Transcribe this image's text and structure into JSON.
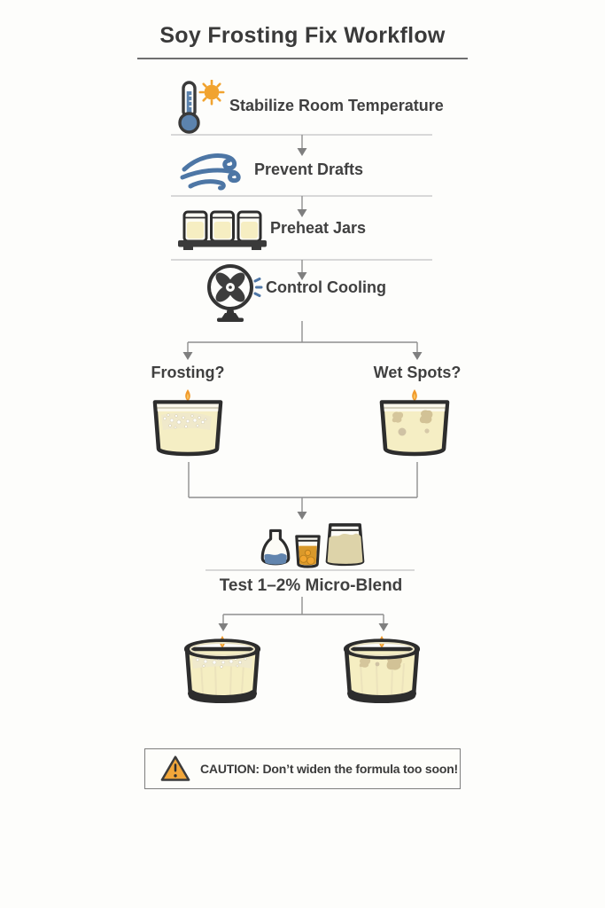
{
  "title": "Soy Frosting Fix Workflow",
  "steps": [
    {
      "label": "Stabilize Room Temperature",
      "icon": "thermometer-sun-icon"
    },
    {
      "label": "Prevent Drafts",
      "icon": "wind-icon"
    },
    {
      "label": "Preheat Jars",
      "icon": "preheat-jars-icon"
    },
    {
      "label": "Control Cooling",
      "icon": "fan-icon"
    }
  ],
  "branch": {
    "left": {
      "label": "Frosting?",
      "image": "frosting-candle"
    },
    "right": {
      "label": "Wet Spots?",
      "image": "wet-spots-candle"
    }
  },
  "test": {
    "label": "Test 1–2% Micro-Blend",
    "icons": [
      "flask-icon",
      "measuring-cup-icon",
      "wax-bag-icon"
    ]
  },
  "results": {
    "left_image": "frosting-result-candle",
    "right_image": "wet-spots-result-candle"
  },
  "caution": {
    "label": "CAUTION: Don’t widen the formula too soon!",
    "icon": "warning-triangle-icon"
  },
  "colors": {
    "text": "#3d3d3d",
    "connector_line": "#8f8f8f",
    "separator_line": "#c2c2c2",
    "accent_blue": "#4e76a6",
    "accent_orange": "#f1a32f",
    "wax_cream": "#f5eec4",
    "wet_spot_tan": "#d5c69c",
    "powder_beige": "#ddd3a9",
    "outline_dark": "#2d2d2d"
  }
}
